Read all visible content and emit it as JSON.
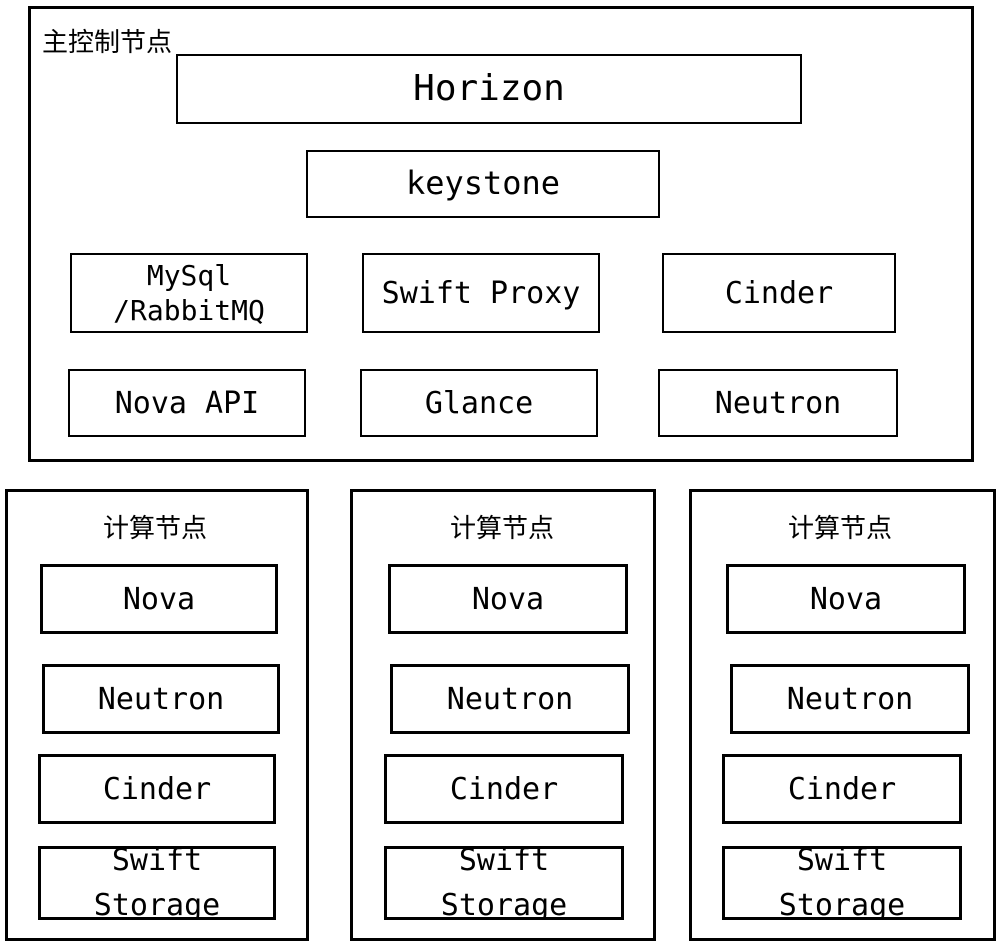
{
  "master": {
    "title": "主控制节点",
    "horizon": "Horizon",
    "keystone": "keystone",
    "mysql_line1": "MySql",
    "mysql_line2": "/RabbitMQ",
    "swift_proxy": "Swift Proxy",
    "cinder": "Cinder",
    "nova_api": "Nova API",
    "glance": "Glance",
    "neutron": "Neutron"
  },
  "compute_nodes": [
    {
      "title": "计算节点",
      "nova": "Nova",
      "neutron": "Neutron",
      "cinder": "Cinder",
      "swift_line1": "Swift",
      "swift_line2": "Storage"
    },
    {
      "title": "计算节点",
      "nova": "Nova",
      "neutron": "Neutron",
      "cinder": "Cinder",
      "swift_line1": "Swift",
      "swift_line2": "Storage"
    },
    {
      "title": "计算节点",
      "nova": "Nova",
      "neutron": "Neutron",
      "cinder": "Cinder",
      "swift_line1": "Swift",
      "swift_line2": "Storage"
    }
  ]
}
